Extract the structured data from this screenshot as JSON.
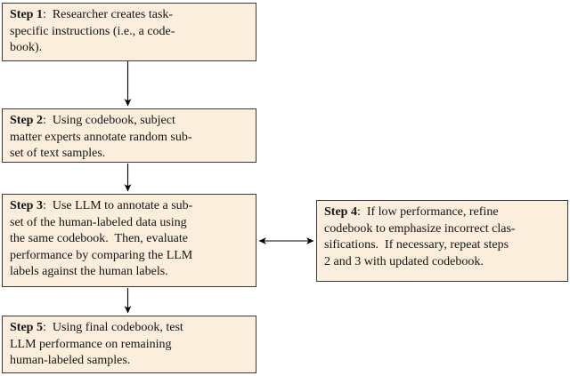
{
  "colors": {
    "box_fill": "#fbeedd",
    "box_border": "#3b3b3b",
    "arrow": "#000000",
    "background": "#ffffff"
  },
  "steps": {
    "step1": {
      "label": "Step 1",
      "lines": [
        ":  Researcher creates task-",
        "specific instructions (i.e., a code-",
        "book)."
      ]
    },
    "step2": {
      "label": "Step 2",
      "lines": [
        ":  Using codebook, subject",
        "matter experts annotate random sub-",
        "set of text samples."
      ]
    },
    "step3": {
      "label": "Step 3",
      "lines": [
        ":  Use LLM to annotate a sub-",
        "set of the human-labeled data using",
        "the same codebook.  Then, evaluate",
        "performance by comparing the LLM",
        "labels against the human labels."
      ]
    },
    "step4": {
      "label": "Step 4",
      "lines": [
        ":  If low performance, refine",
        "codebook to emphasize incorrect clas-",
        "sifications.  If necessary, repeat steps",
        "2 and 3 with updated codebook."
      ]
    },
    "step5": {
      "label": "Step 5",
      "lines": [
        ":  Using final codebook, test",
        "LLM performance on remaining",
        "human-labeled samples."
      ]
    }
  },
  "connections": [
    {
      "from": "Step 1",
      "to": "Step 2",
      "style": "arrow-down"
    },
    {
      "from": "Step 2",
      "to": "Step 3",
      "style": "arrow-down"
    },
    {
      "from": "Step 3",
      "to": "Step 4",
      "style": "double-arrow-horizontal"
    },
    {
      "from": "Step 3",
      "to": "Step 5",
      "style": "arrow-down"
    }
  ]
}
